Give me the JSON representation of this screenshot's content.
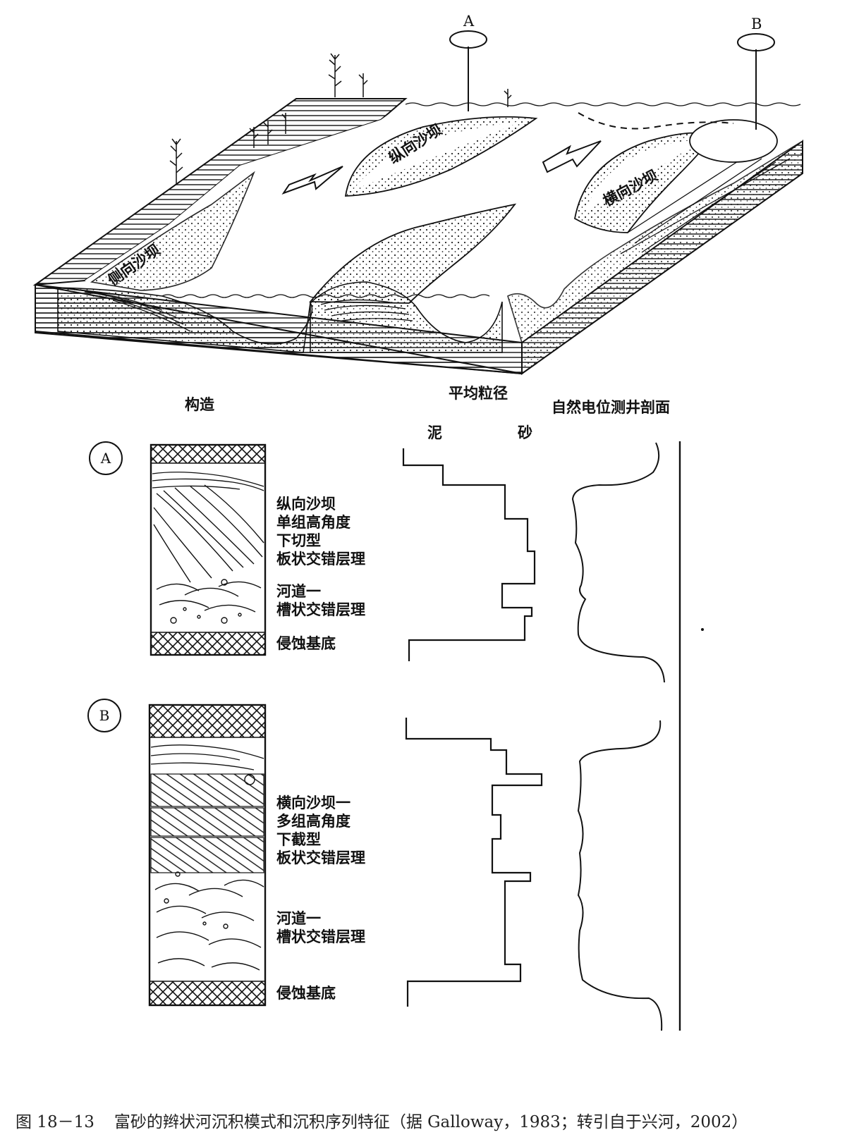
{
  "diagram": {
    "well_labels": {
      "a": "A",
      "b": "B"
    },
    "bar_labels": {
      "longitudinal": "纵向沙坝",
      "transverse": "横向沙坝",
      "lateral": "侧向沙坝"
    }
  },
  "columns": {
    "structure": "构造",
    "grain_size": "平均粒径",
    "sp_log": "自然电位测井剖面",
    "mud": "泥",
    "sand": "砂"
  },
  "section_a": {
    "marker": "A",
    "description": [
      "纵向沙坝",
      "单组高角度",
      "下切型",
      "板状交错层理"
    ],
    "channel": [
      "河道一",
      "槽状交错层理"
    ],
    "base": "侵蚀基底"
  },
  "section_b": {
    "marker": "B",
    "description": [
      "横向沙坝一",
      "多组高角度",
      "下截型",
      "板状交错层理"
    ],
    "channel": [
      "河道一",
      "槽状交错层理"
    ],
    "base": "侵蚀基底"
  },
  "caption": {
    "number": "图 18－13",
    "text": "富砂的辫状河沉积模式和沉积序列特征（据 Galloway，1983；转引自于兴河，2002）"
  }
}
